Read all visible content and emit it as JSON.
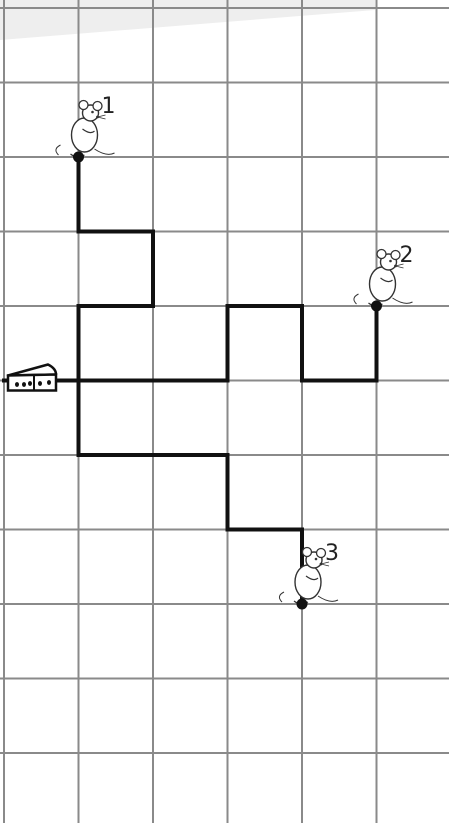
{
  "grid": {
    "cols": 6,
    "rows": 11,
    "line_color": "#8a8a8a"
  },
  "colors": {
    "path": "#111111",
    "mouse": "#333333",
    "cheese": "#111111",
    "corner_shade": "#eeeeee"
  },
  "icons": {
    "mouse": "mouse-icon",
    "cheese": "cheese-icon"
  },
  "cheese": {
    "col": 0,
    "row": 5
  },
  "mice": [
    {
      "label": "1",
      "start": [
        1,
        2
      ]
    },
    {
      "label": "2",
      "start": [
        5,
        4
      ]
    },
    {
      "label": "3",
      "start": [
        4,
        8
      ]
    }
  ],
  "paths": [
    {
      "mouse": "1",
      "points": [
        [
          1,
          2
        ],
        [
          1,
          3
        ],
        [
          2,
          3
        ],
        [
          2,
          4
        ],
        [
          1,
          4
        ],
        [
          1,
          5
        ],
        [
          0,
          5
        ]
      ]
    },
    {
      "mouse": "2",
      "points": [
        [
          5,
          4
        ],
        [
          5,
          5
        ],
        [
          4,
          5
        ],
        [
          4,
          4
        ],
        [
          3,
          4
        ],
        [
          3,
          5
        ],
        [
          0,
          5
        ]
      ]
    },
    {
      "mouse": "3",
      "points": [
        [
          4,
          8
        ],
        [
          4,
          7
        ],
        [
          3,
          7
        ],
        [
          3,
          6
        ],
        [
          1,
          6
        ],
        [
          1,
          5
        ],
        [
          0,
          5
        ]
      ]
    }
  ]
}
